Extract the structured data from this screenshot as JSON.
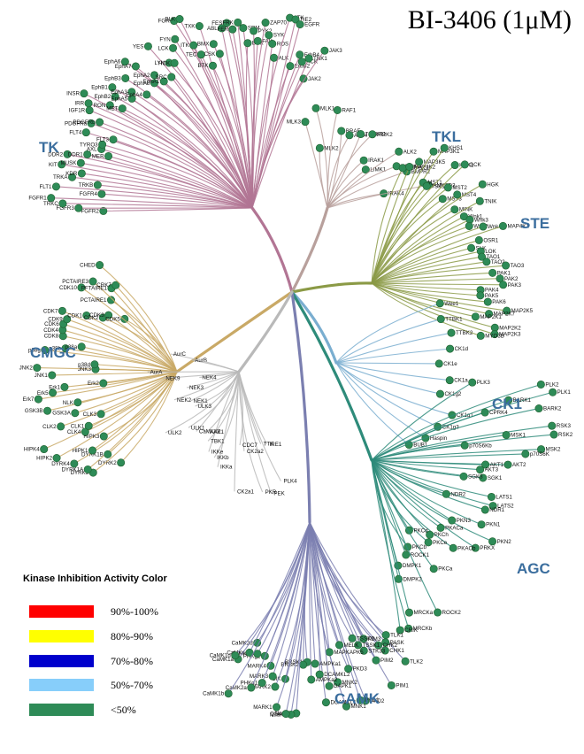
{
  "title": "BI-3406 (1μM)",
  "colors": {
    "TK": "#b27594",
    "TKL": "#b8a09c",
    "STE": "#8b9a46",
    "CK1": "#7aaed0",
    "AGC": "#2e8b7a",
    "CAMK": "#7b7fb0",
    "CMGC": "#c9a966",
    "other": "#b9b9b9",
    "hit": "#2e8b57"
  },
  "groups": [
    {
      "name": "TK"
    },
    {
      "name": "TKL"
    },
    {
      "name": "STE"
    },
    {
      "name": "CK1"
    },
    {
      "name": "AGC"
    },
    {
      "name": "CAMK"
    },
    {
      "name": "CMGC"
    }
  ],
  "legend": {
    "title": "Kinase Inhibition Activity Color",
    "items": [
      {
        "label": "90%-100%",
        "color": "#ff0000"
      },
      {
        "label": "80%-90%",
        "color": "#ffff00"
      },
      {
        "label": "70%-80%",
        "color": "#0000cc"
      },
      {
        "label": "50%-70%",
        "color": "#87cefa"
      },
      {
        "label": "<50%",
        "color": "#2e8b57"
      }
    ]
  },
  "kinases": {
    "TK": [
      "FGFR2",
      "FGFR3",
      "TRKC",
      "FGFR1",
      "FGFR4",
      "FLT1",
      "TRKB",
      "TRKA",
      "KDR",
      "KIT",
      "MUSK",
      "DDR2",
      "DDR1",
      "MER",
      "AXL",
      "TYRO3",
      "FLT4",
      "FLT3",
      "PDGFRa",
      "PDGFRb",
      "IGF1R",
      "IRR",
      "INSR",
      "RON",
      "MET",
      "EphB2",
      "EphB1",
      "EphA5",
      "EphA3",
      "EphB3",
      "EphA4",
      "EphA6",
      "EphA7",
      "EphA8",
      "EphA2",
      "EphA1",
      "YES",
      "SRC",
      "LYN",
      "HCK",
      "LCK",
      "FYN",
      "FGR",
      "BLK",
      "ITK",
      "TEC",
      "TXK",
      "BTK",
      "BMX",
      "CSK",
      "ABL",
      "FES",
      "FER",
      "FRK",
      "SRM",
      "BRK",
      "PYK2",
      "FAK",
      "ZAP70",
      "SYK",
      "ROS",
      "ALK",
      "LTK",
      "TIE2",
      "EGFR",
      "ErbB2",
      "ErbB4",
      "ACK",
      "TNK1",
      "JAK2",
      "JAK3"
    ],
    "TKL": [
      "MLK3",
      "MLK1",
      "MLK2",
      "RAF1",
      "BRAF",
      "ALK4",
      "TGFbR1",
      "RIPK2",
      "IRAK1",
      "LIMK1",
      "ALK2",
      "TGFbR2",
      "BMPR2",
      "IRAK4",
      "ANKRD3"
    ],
    "STE": [
      "MAP3K3",
      "MAP3K2",
      "MAP3K5",
      "MAP3K1",
      "KHS1",
      "MST1",
      "TSK1",
      "HPK1",
      "GCK",
      "MST2",
      "MST3",
      "MST4",
      "HGK",
      "MINK",
      "TNIK",
      "Wnk1",
      "Wnk3",
      "Wnk2",
      "Wnk4",
      "MAP4K1",
      "OSR1",
      "SLK",
      "LOK",
      "TAO1",
      "TAO2",
      "TAO3",
      "PAK1",
      "PAK2",
      "PAK3",
      "PAK4",
      "PAK5",
      "PAK6",
      "MAP2K5",
      "MAP2K7",
      "MAP2K1",
      "MAP2K2",
      "MAP2K3",
      "MYO3B"
    ],
    "CK1": [
      "Wee1",
      "TTBK1",
      "TTBK2",
      "CK1d",
      "CK1e",
      "CK1a",
      "CK1g2",
      "CK1g1",
      "CK1g3",
      "Haspin",
      "BUB1"
    ],
    "AGC": [
      "PLK3",
      "PLK2",
      "PLK1",
      "BARK1",
      "BARK2",
      "CPRK4",
      "RSK3",
      "RSK2",
      "MSK1",
      "MSK2",
      "p70S6K",
      "p70S6Kb",
      "AKT2",
      "AKT1",
      "AKT3",
      "SGK1",
      "SGK3",
      "LATS1",
      "LATS2",
      "NDR1",
      "NDR2",
      "PKN1",
      "PKN2",
      "PKN3",
      "PRKX",
      "PKACa",
      "PKACb",
      "PKCh",
      "PKCe",
      "PKCd",
      "PKCa",
      "PKCb",
      "ROCK1",
      "ROCK2",
      "DMPK1",
      "DMPK2",
      "MRCKa",
      "MRCKb",
      "CRIK"
    ],
    "CAMK": [
      "TLK2",
      "TLK1",
      "PASK",
      "CHK1",
      "CHK2",
      "PIM1",
      "PIM2",
      "PIM3",
      "STK33",
      "TSSK1",
      "TSSK2",
      "PKD2",
      "PKD1",
      "PKD3",
      "MELK",
      "MNK1",
      "MNK2",
      "MAPKAPK5",
      "DAPK1",
      "DCAMKL1",
      "DCAMKL2",
      "AMPKa1",
      "AMPKa2",
      "BRSK1",
      "BRSK2",
      "NuaK1",
      "NuaK2",
      "QSK",
      "SIK",
      "MARK1",
      "MARK2",
      "MARK3",
      "MARK4",
      "PHKg1",
      "PHKg2",
      "CaMK2a",
      "CaMK2b",
      "CaMK2d",
      "CaMK4",
      "CaMK1b",
      "CaMK1a",
      "CaMK1d"
    ],
    "CMGC": [
      "DYRK2",
      "DYRK3",
      "DYRK1A",
      "DYRK1B",
      "DYRK4",
      "HIPK1",
      "HIPK2",
      "HIPK3",
      "HIPK4",
      "CLK4",
      "CLK1",
      "CLK2",
      "CLK3",
      "GSK3A",
      "GSK3B",
      "NLK",
      "Erk7",
      "Erk5",
      "Erk1",
      "Erk2",
      "JNK1",
      "JNK2",
      "JNK3",
      "p38d",
      "p38g",
      "p38b",
      "p38a",
      "CDK8",
      "CDK4",
      "CDK6",
      "CDK9",
      "CDK7",
      "CDK1",
      "CDK2",
      "CDK3",
      "CDK5",
      "CDK10",
      "PCTAIRE1",
      "PCTAIRE3",
      "PFTAIRE1",
      "CRK7",
      "CHED"
    ],
    "other": [
      "PLK4",
      "PEK",
      "PKR",
      "IRE1",
      "TTK",
      "CK2a1",
      "CK2a2",
      "CDC7",
      "IKKa",
      "IKKb",
      "IKKe",
      "TBK1",
      "AAK1",
      "CaMKK2",
      "ULK1",
      "ULK2",
      "ULK3",
      "NEK1",
      "NEK2",
      "NEK3",
      "NEK4",
      "NEK9",
      "AurA",
      "AurB",
      "AurC"
    ]
  }
}
